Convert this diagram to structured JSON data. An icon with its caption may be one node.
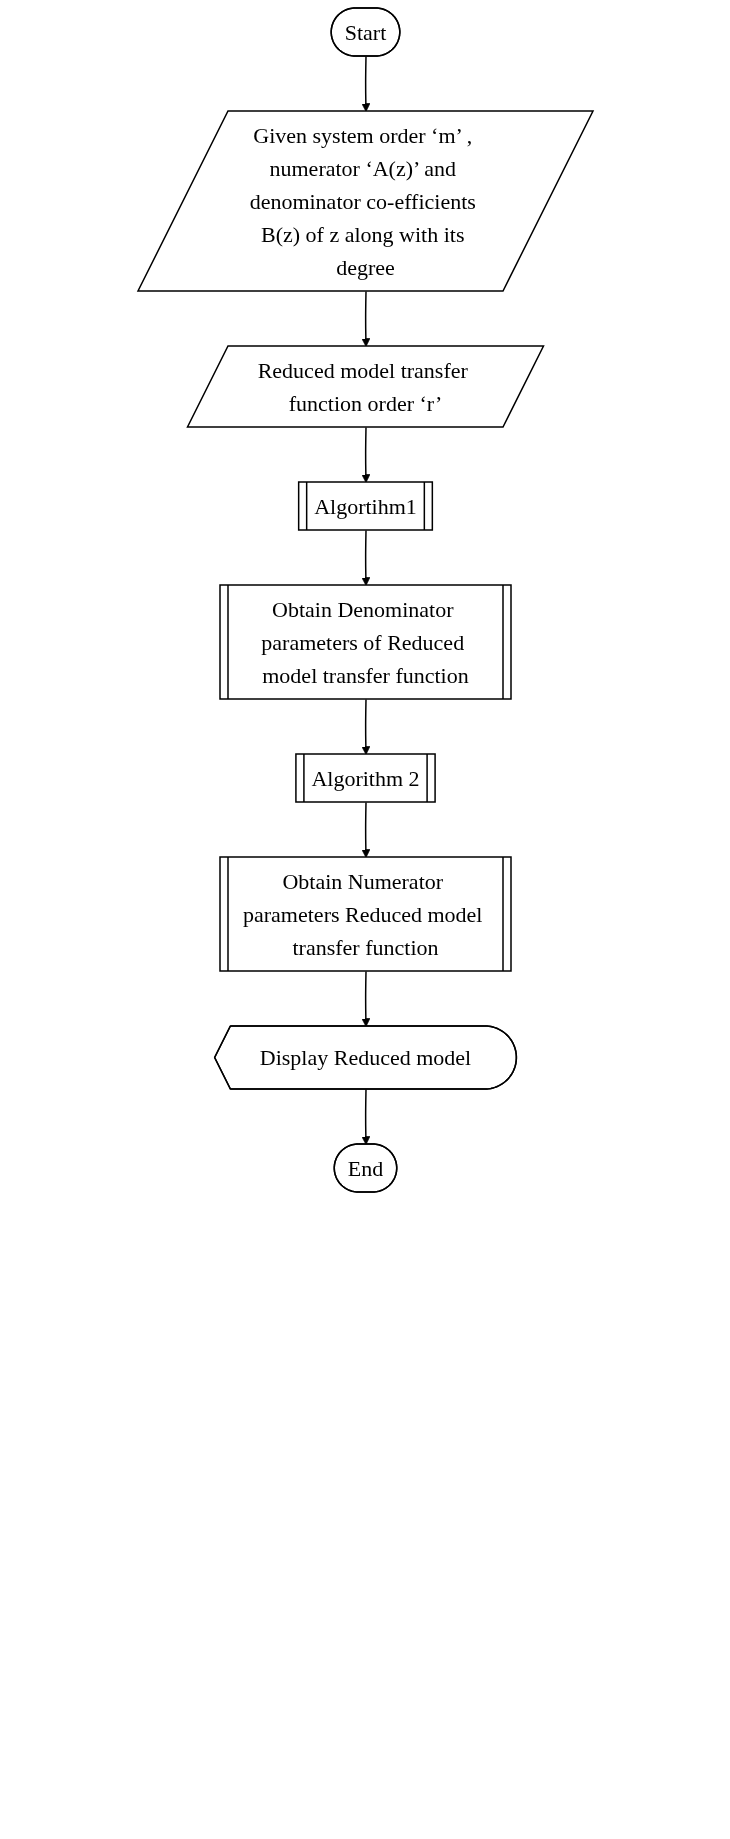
{
  "diagram": {
    "nodes": [
      {
        "text": [
          "Start"
        ]
      },
      {
        "text": [
          "Given system order ‘m’ , numerator ‘A(z)’ and denominator co-efficients B(z) of z along with its degree"
        ]
      },
      {
        "text": [
          "Reduced model transfer function order ‘r’"
        ]
      },
      {
        "text": [
          "Algortihm1"
        ]
      },
      {
        "text": [
          "Obtain Denominator parameters of Reduced model transfer function"
        ]
      },
      {
        "text": [
          "Algorithm 2"
        ]
      },
      {
        "text": [
          "Obtain Numerator parameters Reduced model transfer function"
        ]
      },
      {
        "text": [
          "Display Reduced model"
        ]
      },
      {
        "text": [
          "End"
        ]
      }
    ],
    "edges": [
      {
        "from": 0,
        "to": 1,
        "arrow": "to"
      },
      {
        "from": 1,
        "to": 2,
        "arrow": "to"
      },
      {
        "from": 2,
        "to": 3,
        "arrow": "to"
      },
      {
        "from": 3,
        "to": 4,
        "arrow": "to"
      },
      {
        "from": 4,
        "to": 5,
        "arrow": "to"
      },
      {
        "from": 5,
        "to": 6,
        "arrow": "to"
      },
      {
        "from": 6,
        "to": 7,
        "arrow": "to"
      },
      {
        "from": 7,
        "to": 8,
        "arrow": "to"
      }
    ]
  }
}
